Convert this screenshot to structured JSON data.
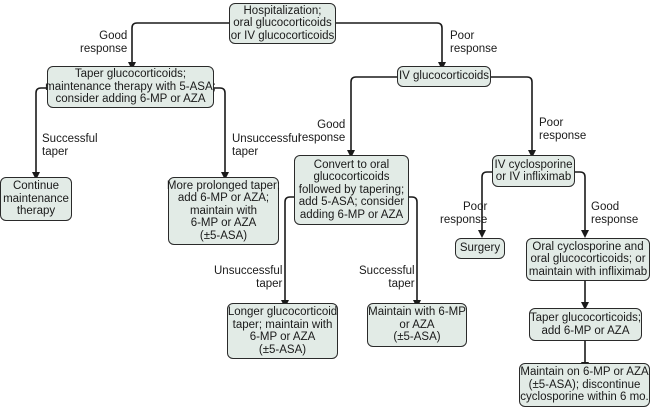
{
  "nodes": {
    "hospitalization": [
      "Hospitalization;",
      "oral glucocorticoids",
      "or IV glucocorticoids"
    ],
    "taper_gc": [
      "Taper glucocorticoids;",
      "maintenance therapy with 5-ASA;",
      "consider adding 6-MP or AZA"
    ],
    "iv_gc": [
      "IV glucocorticoids"
    ],
    "continue": [
      "Continue",
      "maintenance",
      "therapy"
    ],
    "prolonged": [
      "More prolonged taper;",
      "add 6-MP or AZA;",
      "maintain with",
      "6-MP or AZA",
      "(±5-ASA)"
    ],
    "convert_oral": [
      "Convert to oral",
      "glucocorticoids",
      "followed by tapering;",
      "add 5-ASA; consider",
      "adding 6-MP or AZA"
    ],
    "iv_cyclo": [
      "IV cyclosporine",
      "or IV infliximab"
    ],
    "surgery": [
      "Surgery"
    ],
    "oral_cyclo": [
      "Oral cyclosporine and",
      "oral glucocorticoids; or",
      "maintain with infliximab"
    ],
    "longer_taper": [
      "Longer glucocorticoid",
      "taper; maintain with",
      "6-MP or AZA",
      "(±5-ASA)"
    ],
    "maintain_6mp": [
      "Maintain with 6-MP",
      "or AZA",
      "(±5-ASA)"
    ],
    "taper_add": [
      "Taper glucocorticoids;",
      "add 6-MP or AZA"
    ],
    "maintain_on": [
      "Maintain on 6-MP or AZA",
      "(±5-ASA); discontinue",
      "cyclosporine within 6 mo."
    ]
  },
  "labels": {
    "good1": [
      "Good",
      "response"
    ],
    "poor1": [
      "Poor",
      "response"
    ],
    "succ1": [
      "Successful",
      "taper"
    ],
    "unsucc1": [
      "Unsuccessful",
      "taper"
    ],
    "good2": [
      "Good",
      "response"
    ],
    "poor2": [
      "Poor",
      "response"
    ],
    "poor3": [
      "Poor",
      "response"
    ],
    "good3": [
      "Good",
      "response"
    ],
    "unsucc2": [
      "Unsuccessful",
      "taper"
    ],
    "succ2": [
      "Successful",
      "taper"
    ]
  },
  "colors": {
    "box_fill": "#e2ebe6",
    "stroke": "#2a2a2a"
  }
}
